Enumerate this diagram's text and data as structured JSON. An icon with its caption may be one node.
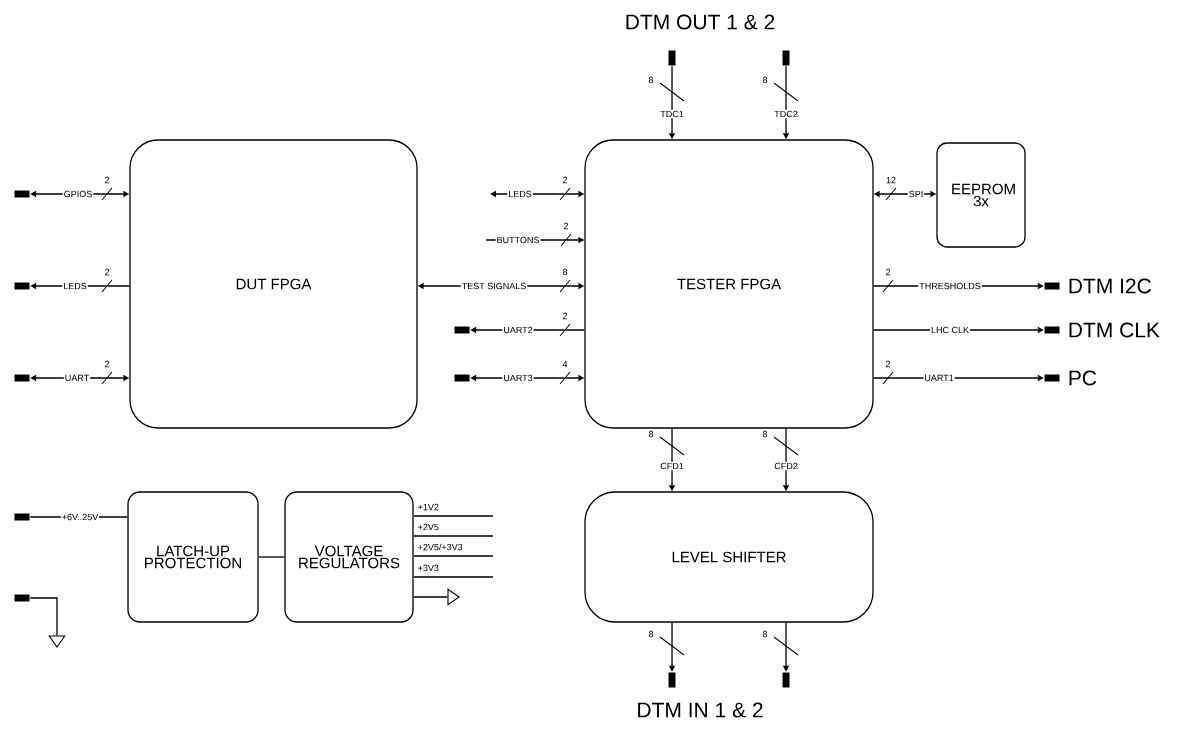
{
  "diagram": {
    "nodes": [
      {
        "text": [
          "DUT FPGA"
        ]
      },
      {
        "text": [
          "TESTER FPGA"
        ]
      },
      {
        "text": [
          "EEPROM 3x"
        ]
      },
      {
        "text": [
          "LEVEL SHIFTER"
        ]
      },
      {
        "text": [
          "LATCH-UP PROTECTION"
        ]
      },
      {
        "text": [
          "VOLTAGE REGULATORS"
        ]
      },
      {
        "text": [],
        "shape": "bar"
      },
      {
        "text": [],
        "shape": "bar"
      },
      {
        "text": [],
        "shape": "bar"
      },
      {
        "text": [],
        "shape": "bar"
      },
      {
        "text": [],
        "shape": "bar"
      },
      {
        "text": [],
        "shape": "bar"
      },
      {
        "text": [],
        "shape": "bar"
      },
      {
        "text": [],
        "shape": "bar",
        "beside": [
          "DTM I2C"
        ]
      },
      {
        "text": [],
        "shape": "bar",
        "beside": [
          "DTM CLK"
        ]
      },
      {
        "text": [],
        "shape": "bar",
        "beside": [
          "PC"
        ]
      },
      {
        "text": [],
        "shape": "bar"
      },
      {
        "text": [],
        "shape": "bar"
      },
      {
        "text": [],
        "shape": "bar"
      },
      {
        "text": [],
        "shape": "bar"
      },
      {
        "text": [],
        "shape": "triangle"
      },
      {
        "text": [],
        "shape": "triangle"
      }
    ],
    "edges": [
      {
        "from": 6,
        "to": 0,
        "arrow": "both",
        "label": "GPIOS"
      },
      {
        "from": 0,
        "to": 7,
        "arrow": "to",
        "label": "LEDS"
      },
      {
        "from": 8,
        "to": 0,
        "arrow": "both",
        "label": "UART"
      },
      {
        "from": null,
        "to": 1,
        "arrow": "both",
        "label": "LEDS"
      },
      {
        "from": null,
        "to": 1,
        "arrow": "to",
        "label": "BUTTONS"
      },
      {
        "from": 0,
        "to": 1,
        "arrow": "both",
        "label": "TEST SIGNALS"
      },
      {
        "from": 1,
        "to": 9,
        "arrow": "to",
        "label": "UART2"
      },
      {
        "from": 10,
        "to": 1,
        "arrow": "both",
        "label": "UART3"
      },
      {
        "from": 11,
        "to": 1,
        "arrow": "to",
        "label": "TDC1"
      },
      {
        "from": 12,
        "to": 1,
        "arrow": "to",
        "label": "TDC2"
      },
      {
        "from": 1,
        "to": 2,
        "arrow": "both",
        "label": "SPI"
      },
      {
        "from": 1,
        "to": 13,
        "arrow": "to",
        "label": "THRESHOLDS"
      },
      {
        "from": 1,
        "to": 14,
        "arrow": "to",
        "label": "LHC CLK"
      },
      {
        "from": 1,
        "to": 15,
        "arrow": "to",
        "label": "UART1"
      },
      {
        "from": 1,
        "to": 3,
        "arrow": "to",
        "label": "CFD1"
      },
      {
        "from": 1,
        "to": 3,
        "arrow": "to",
        "label": "CFD2"
      },
      {
        "from": 3,
        "to": 16,
        "arrow": "to"
      },
      {
        "from": 3,
        "to": 17,
        "arrow": "to"
      },
      {
        "from": 18,
        "to": 4,
        "arrow": "none",
        "label": "+6V..25V"
      },
      {
        "from": 4,
        "to": 5,
        "arrow": "none"
      },
      {
        "from": 5,
        "to": null,
        "arrow": "none",
        "label": "+1V2"
      },
      {
        "from": 5,
        "to": null,
        "arrow": "none",
        "label": "+2V5"
      },
      {
        "from": 5,
        "to": null,
        "arrow": "none",
        "label": "+2V5/+3V3"
      },
      {
        "from": 5,
        "to": null,
        "arrow": "none",
        "label": "+3V3"
      },
      {
        "from": 5,
        "to": 21,
        "arrow": "none"
      },
      {
        "from": 19,
        "to": 20,
        "arrow": "none"
      }
    ],
    "labels": [
      "DTM OUT 1 & 2",
      "8",
      "8",
      "2",
      "2",
      "12",
      "2",
      "2",
      "8",
      "2",
      "2",
      "2",
      "4",
      "2",
      "8",
      "8",
      "8",
      "8",
      "DTM IN 1 & 2"
    ]
  }
}
